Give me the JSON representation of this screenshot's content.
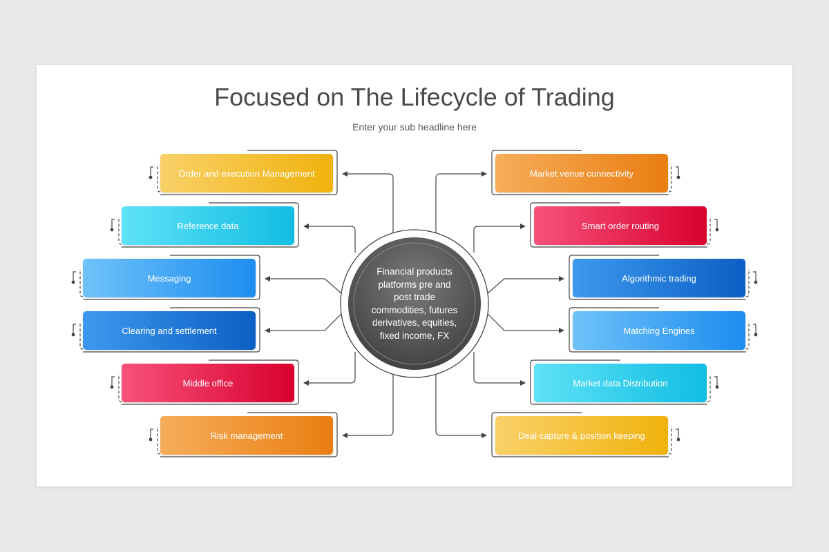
{
  "slide": {
    "title": "Focused on The Lifecycle of Trading",
    "subtitle": "Enter your sub headline here"
  },
  "center": {
    "line1": "Financial products",
    "line2": "platforms pre and",
    "line3": "post trade",
    "line4": "commodities, futures",
    "line5": "derivatives, equities,",
    "line6": "fixed income, FX"
  },
  "left_items": [
    {
      "label": "Order and execution Management",
      "color": "yellow"
    },
    {
      "label": "Reference data",
      "color": "cyan"
    },
    {
      "label": "Messaging",
      "color": "light-blue"
    },
    {
      "label": "Clearing and settlement",
      "color": "blue"
    },
    {
      "label": "Middle office",
      "color": "red"
    },
    {
      "label": "Risk management",
      "color": "orange"
    }
  ],
  "right_items": [
    {
      "label": "Market venue connectivity",
      "color": "orange"
    },
    {
      "label": "Smart order routing",
      "color": "red"
    },
    {
      "label": "Algorithmic trading",
      "color": "blue"
    },
    {
      "label": "Matching Engines",
      "color": "light-blue"
    },
    {
      "label": "Market data Distribution",
      "color": "cyan"
    },
    {
      "label": "Deal capture & position keeping",
      "color": "yellow"
    }
  ],
  "colors": {
    "yellow": "#f0b20d",
    "orange": "#ea7e12",
    "cyan": "#12bde3",
    "light-blue": "#1d8df0",
    "blue": "#0c5fc4",
    "red": "#d9002f",
    "hub": "#555555",
    "connector": "#444444"
  }
}
